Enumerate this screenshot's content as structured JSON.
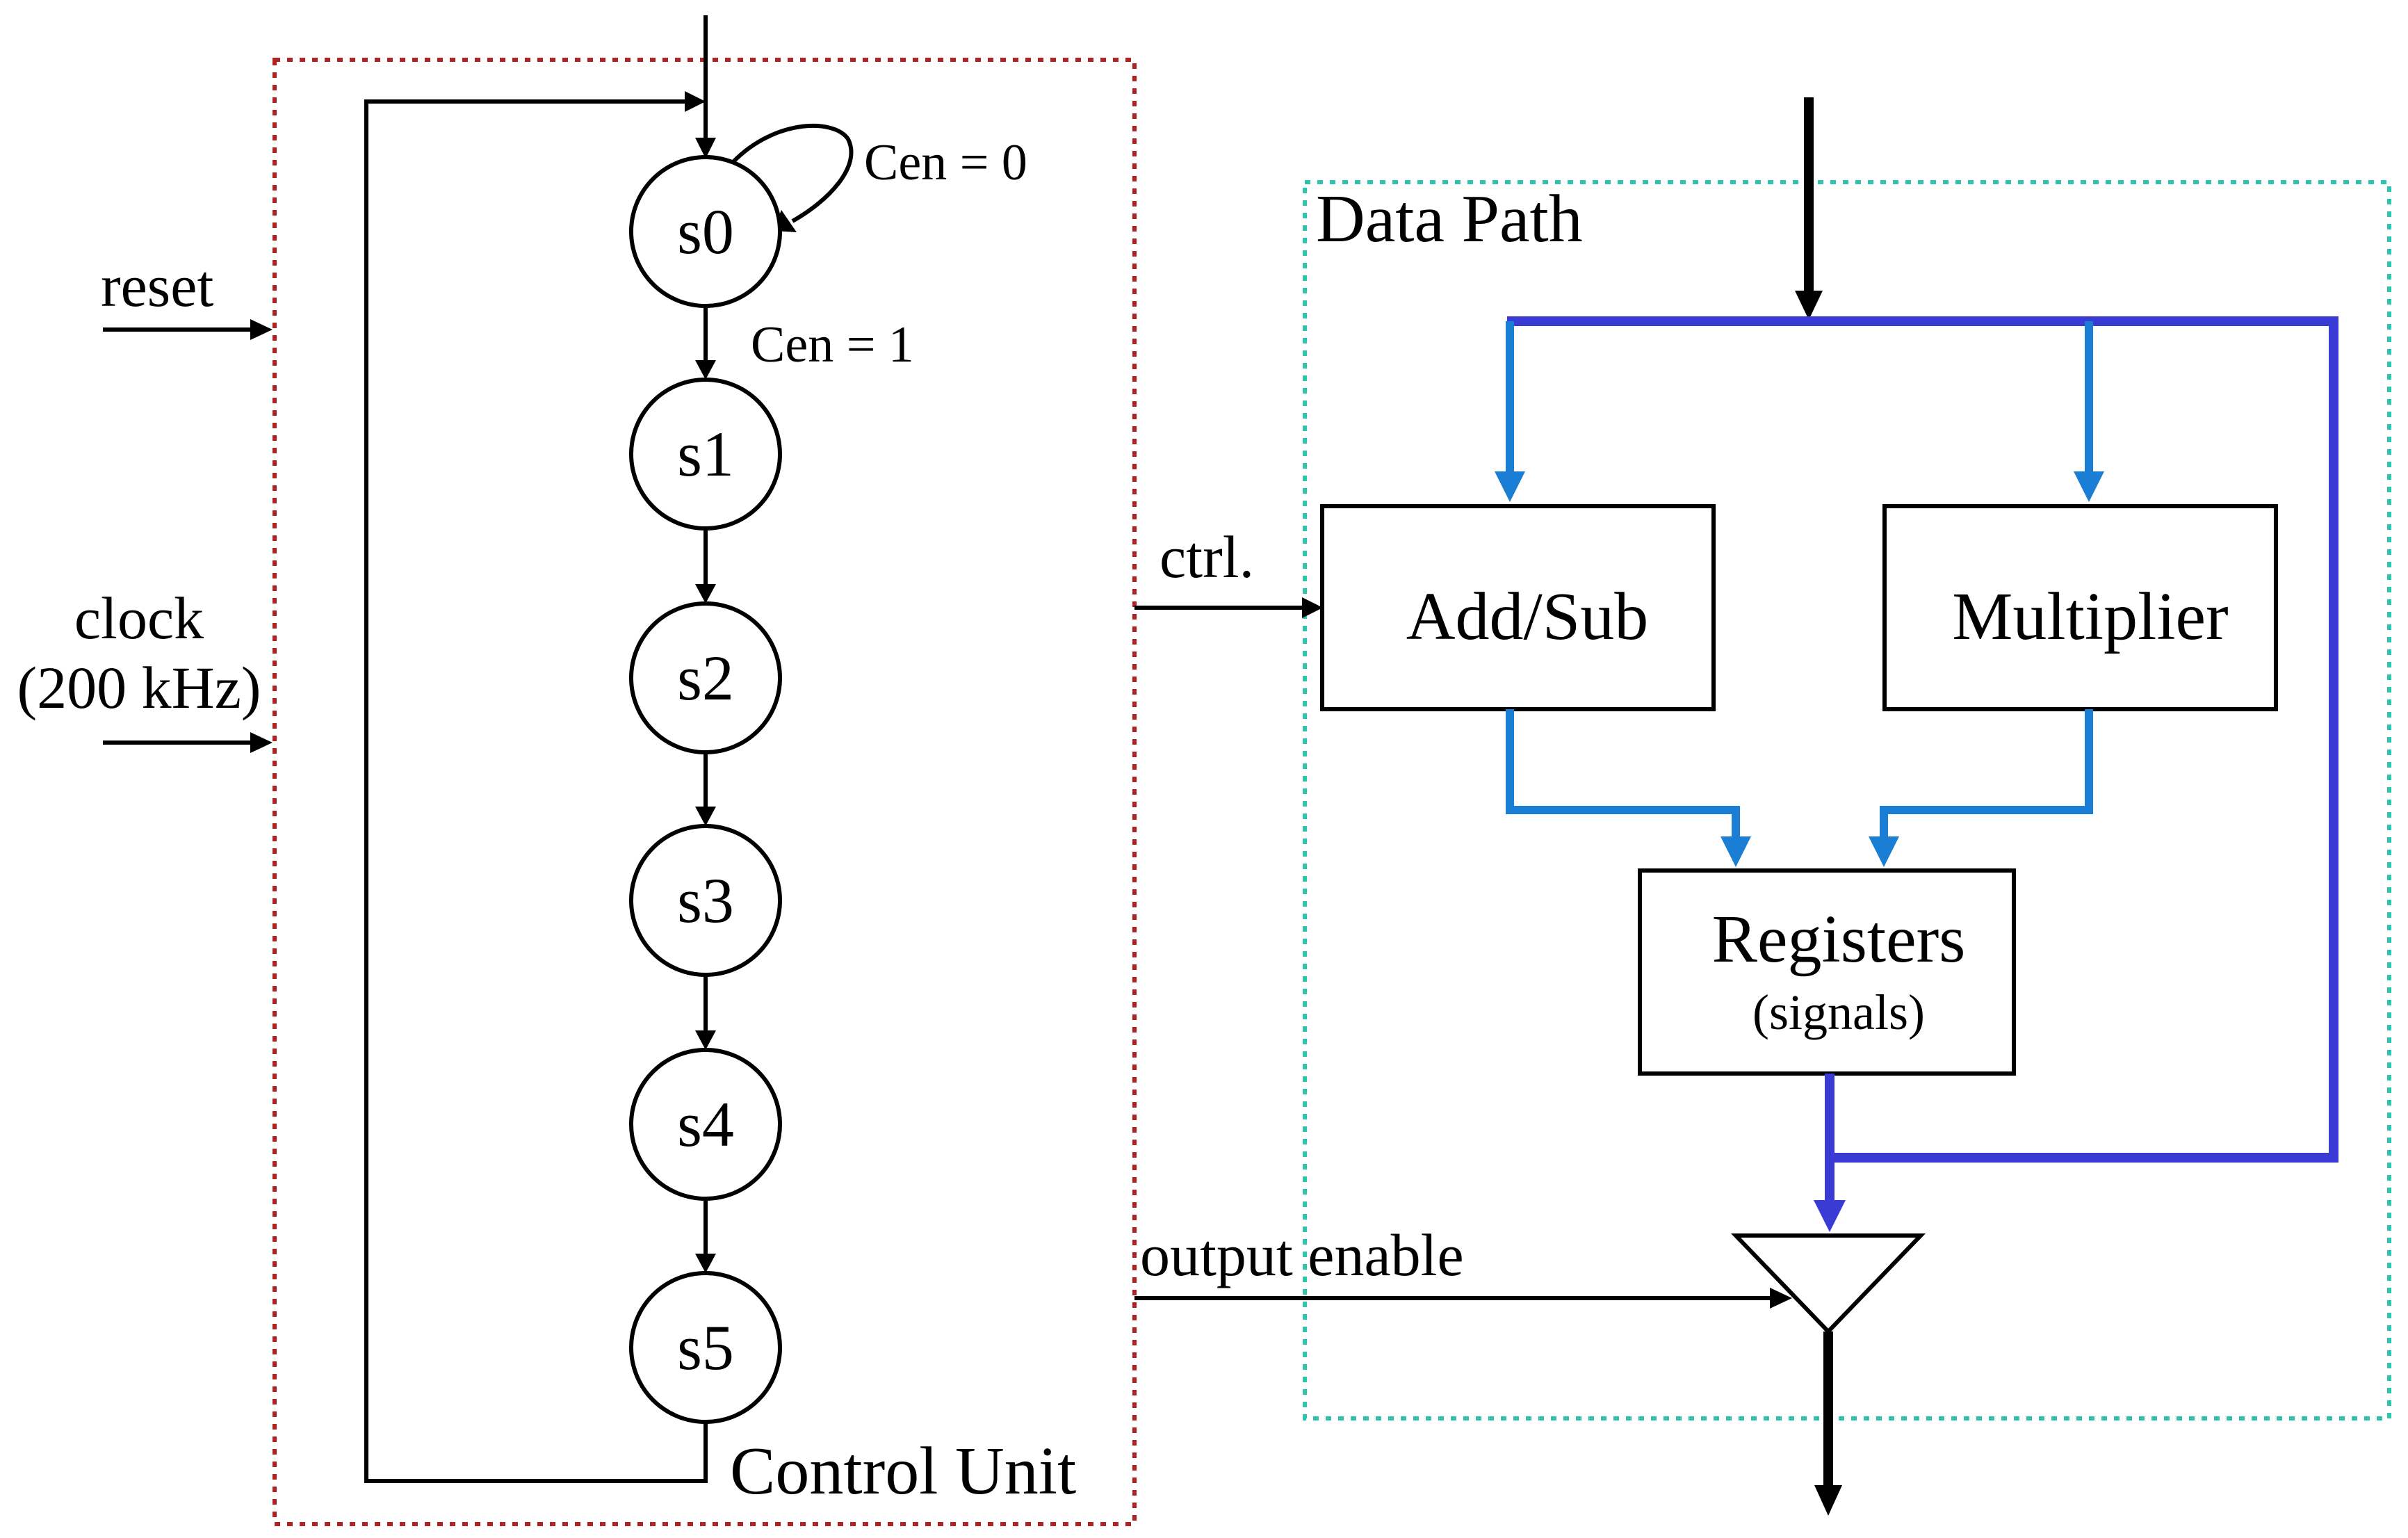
{
  "labels": {
    "reset": "reset",
    "clock": "clock",
    "clock_freq": "(200 kHz)",
    "cen0": "Cen = 0",
    "cen1": "Cen = 1",
    "ctrl": "ctrl.",
    "output_enable": "output enable",
    "data_path": "Data Path",
    "control_unit": "Control Unit"
  },
  "states": [
    "s0",
    "s1",
    "s2",
    "s3",
    "s4",
    "s5"
  ],
  "blocks": {
    "addsub": "Add/Sub",
    "multiplier": "Multiplier",
    "registers": "Registers",
    "registers_sub": "(signals)"
  },
  "colors": {
    "control_border": "#b22222",
    "datapath_border": "#2ec4b0",
    "bus_dark": "#3a3ad4",
    "bus_light": "#1a7fd4",
    "line": "#000000"
  }
}
